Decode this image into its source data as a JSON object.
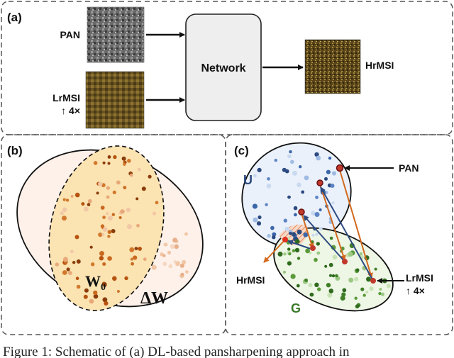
{
  "panel_a": {
    "tag": "(a)",
    "input1": "PAN",
    "input2_line1": "LrMSI",
    "input2_line2": "↑ 4×",
    "network": "Network",
    "output": "HrMSI"
  },
  "panel_b": {
    "tag": "(b)",
    "w0_main": "W",
    "w0_sub": "0",
    "dw_main": "ΔW"
  },
  "panel_c": {
    "tag": "(c)",
    "u": "U",
    "g": "G",
    "pan": "PAN",
    "hrmsi": "HrMSI",
    "lrmsi_line1": "LrMSI",
    "lrmsi_line2": "↑ 4×"
  },
  "caption": "Figure 1: Schematic of (a) DL-based pansharpening approach in",
  "colors": {
    "orange": "#d2691e",
    "blue": "#2c4a80",
    "green": "#3a7a2a",
    "red": "#c0392b",
    "network_box": "#eeeeee"
  }
}
